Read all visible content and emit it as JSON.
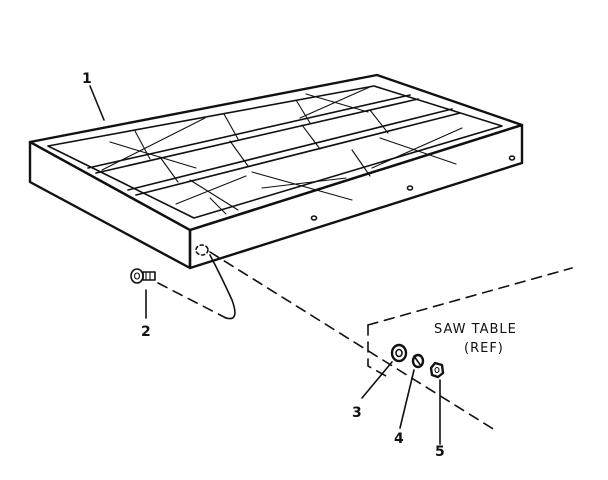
{
  "labels": {
    "part_1": "1",
    "part_2": "2",
    "part_3": "3",
    "part_4": "4",
    "part_5": "5",
    "saw_table": "SAW TABLE",
    "ref": "(REF)"
  },
  "colors": {
    "ink": "#111111",
    "paper": "#ffffff"
  }
}
